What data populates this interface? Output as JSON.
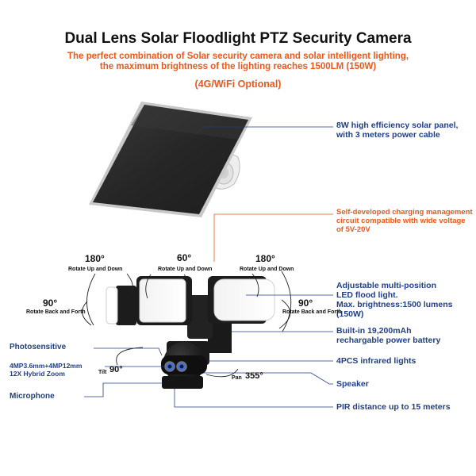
{
  "header": {
    "title": "Dual Lens Solar Floodlight PTZ Security Camera",
    "subtitle_line1": "The perfect combination of Solar security camera and solar intelligent lighting,",
    "subtitle_line2": "the maximum brightness of the lighting reaches 1500LM (150W)",
    "optional": "(4G/WiFi Optional)"
  },
  "callouts": {
    "solar_panel_line1": "8W high efficiency solar panel,",
    "solar_panel_line2": "with 3 meters power cable",
    "charging_line1": "Self-developed charging management",
    "charging_line2": "circuit compatible with wide voltage",
    "charging_line3": "of 5V-20V",
    "led_line1": "Adjustable multi-position",
    "led_line2": "LED flood light.",
    "led_line3": "Max. brightness:1500 lumens",
    "led_line4": "(150W)",
    "battery_line1": "Built-in 19,200mAh",
    "battery_line2": "rechargable power battery",
    "infrared": "4PCS infrared lights",
    "speaker": "Speaker",
    "pir": "PIR distance up to 15 meters"
  },
  "left_labels": {
    "photosensitive": "Photosensitive",
    "lens_line1": "4MP3.6mm+4MP12mm",
    "lens_line2": "12X Hybrid Zoom",
    "microphone": "Microphone"
  },
  "rotation": {
    "left_deg": "180°",
    "left_caption": "Rotate Up and Down",
    "center_deg": "60°",
    "center_caption": "Rotate Up and Down",
    "right_deg": "180°",
    "right_caption": "Rotate Up and Down",
    "left_back_deg": "90°",
    "left_back_caption": "Rotate Back and Forth",
    "right_back_deg": "90°",
    "right_back_caption": "Rotate Back and Forth",
    "tilt_prefix": "Tilt",
    "tilt_deg": "90°",
    "pan_prefix": "Pan",
    "pan_deg": "355°"
  },
  "colors": {
    "accent_orange": "#e8591a",
    "label_blue": "#1f3f86",
    "panel_dark": "#2b2b2b",
    "housing_black": "#1a1a1a"
  }
}
